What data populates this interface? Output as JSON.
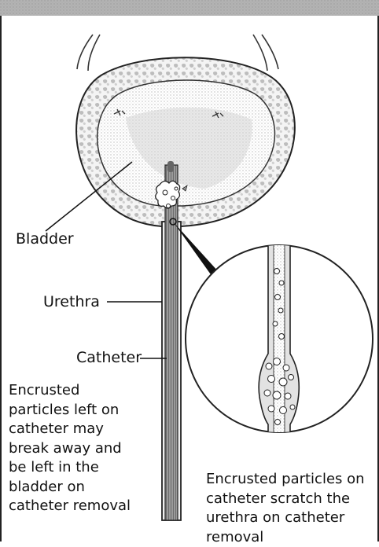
{
  "labels": {
    "bladder": "Bladder",
    "urethra": "Urethra",
    "catheter": "Catheter"
  },
  "captions": {
    "left": [
      "Encrusted",
      "particles left on",
      "catheter may",
      "break away and",
      "be left in the",
      "bladder on",
      "catheter removal"
    ],
    "right": [
      "Encrusted particles on",
      "catheter scratch the",
      "urethra on catheter",
      "removal"
    ]
  },
  "colors": {
    "ink": "#111111",
    "header_band": "#8a8a8a",
    "stipple": "#c9c9c9",
    "wall_fill": "#d9d9d9"
  }
}
